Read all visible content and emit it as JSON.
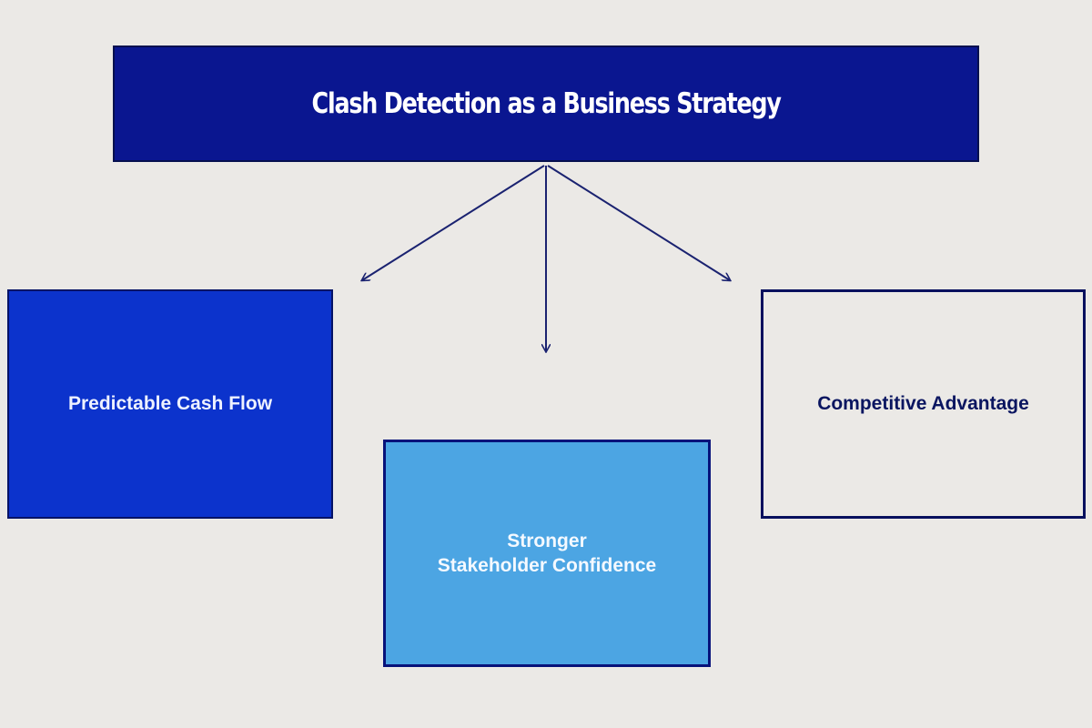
{
  "diagram": {
    "title": "Clash Detection as a Business Strategy",
    "nodes": [
      {
        "id": "predictable-cash-flow",
        "label": "Predictable Cash Flow",
        "fill": "#0c33cc",
        "text_color": "#eef2ff"
      },
      {
        "id": "stakeholder-confidence",
        "label_lines": [
          "Stronger",
          "Stakeholder Confidence"
        ],
        "fill": "#4ca5e3",
        "text_color": "#f4f9ff"
      },
      {
        "id": "competitive-advantage",
        "label": "Competitive Advantage",
        "fill": "#ebe9e6",
        "text_color": "#0a1560"
      }
    ],
    "edges": [
      {
        "from": "title",
        "to": "predictable-cash-flow"
      },
      {
        "from": "title",
        "to": "stakeholder-confidence"
      },
      {
        "from": "title",
        "to": "competitive-advantage"
      }
    ],
    "colors": {
      "background": "#ebe9e6",
      "title_fill": "#0a1690",
      "arrow": "#1a2270"
    }
  }
}
